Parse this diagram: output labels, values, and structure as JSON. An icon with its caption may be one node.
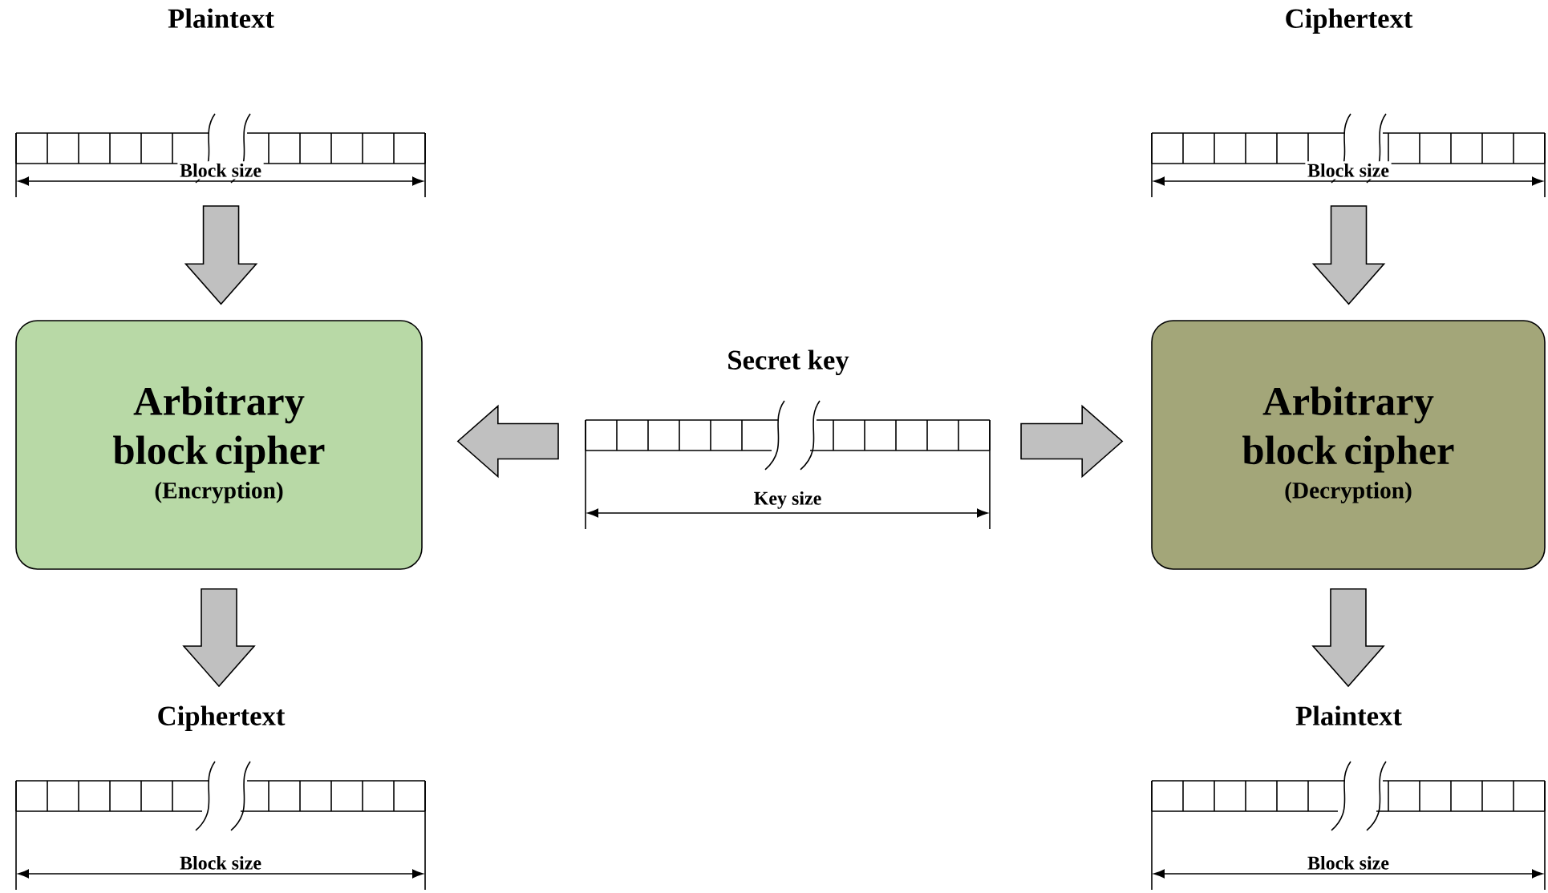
{
  "diagram": {
    "nodes": [
      {
        "text": [
          "Plaintext"
        ]
      },
      {
        "text": [
          "Ciphertext"
        ]
      },
      {
        "text": [
          "Arbitrary block cipher",
          "(Encryption)"
        ]
      },
      {
        "text": [
          "Secret key"
        ]
      },
      {
        "text": [
          "Arbitrary block cipher",
          "(Decryption)"
        ]
      },
      {
        "text": [
          "Ciphertext"
        ]
      },
      {
        "text": [
          "Plaintext"
        ]
      }
    ],
    "edges": [
      {
        "from": 0,
        "to": 2,
        "arrow": "to"
      },
      {
        "from": 1,
        "to": 4,
        "arrow": "to"
      },
      {
        "from": 3,
        "to": 2,
        "arrow": "to"
      },
      {
        "from": 3,
        "to": 4,
        "arrow": "to"
      },
      {
        "from": 2,
        "to": 5,
        "arrow": "to"
      },
      {
        "from": 4,
        "to": 6,
        "arrow": "to"
      }
    ],
    "labels": [
      "Block size",
      "Block size",
      "Key size",
      "Block size",
      "Block size"
    ]
  }
}
